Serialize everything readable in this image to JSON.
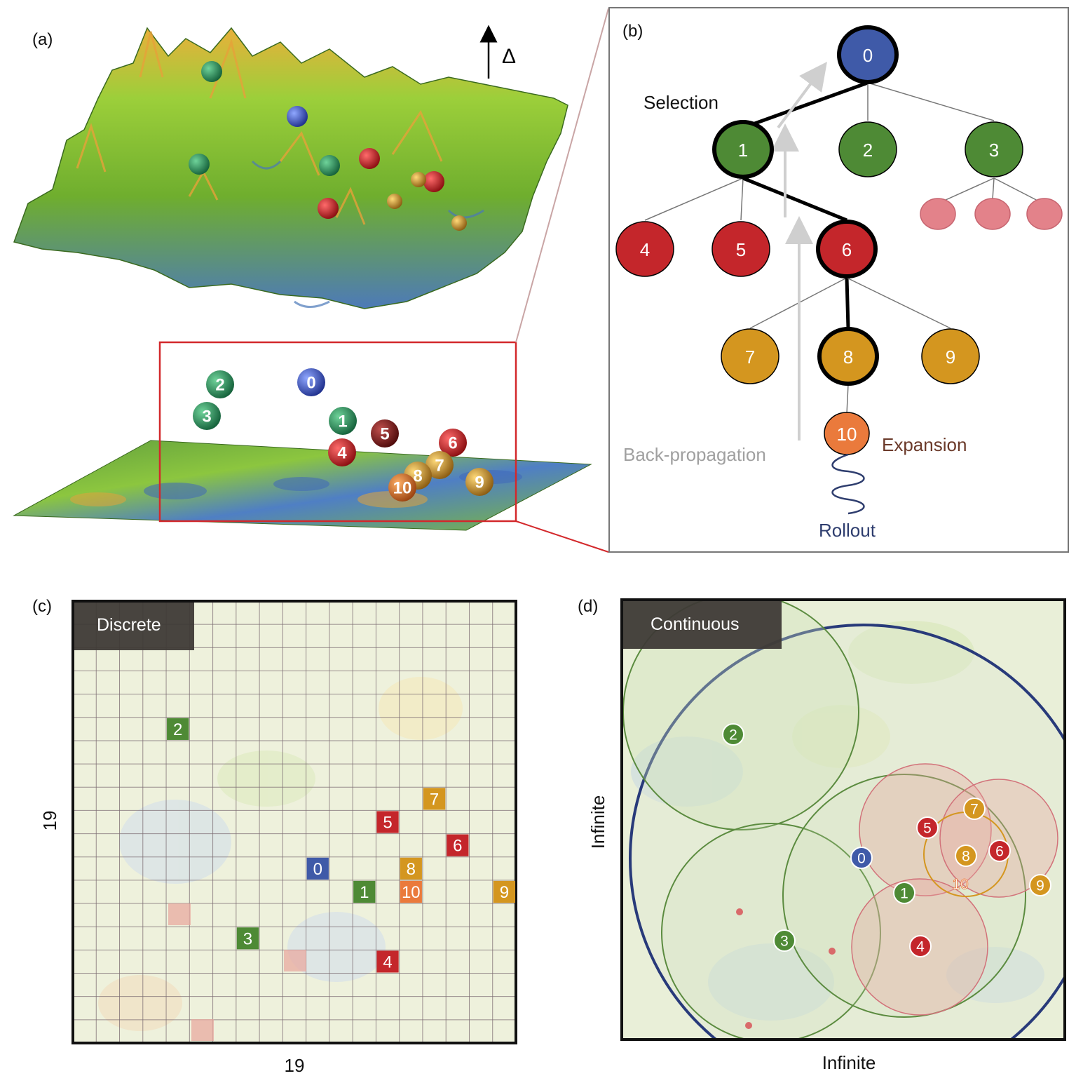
{
  "panels": {
    "a": {
      "label": "(a)",
      "delta_label": "Δ",
      "balls": [
        "0",
        "1",
        "2",
        "3",
        "4",
        "5",
        "6",
        "7",
        "8",
        "9",
        "10"
      ]
    },
    "b": {
      "label": "(b)",
      "nodes": [
        "0",
        "1",
        "2",
        "3",
        "4",
        "5",
        "6",
        "7",
        "8",
        "9",
        "10"
      ],
      "annotations": {
        "selection": "Selection",
        "expansion": "Expansion",
        "backprop": "Back-propagation",
        "rollout": "Rollout"
      }
    },
    "c": {
      "label": "(c)",
      "tag": "Discrete",
      "x_axis": "19",
      "y_axis": "19",
      "points": [
        "0",
        "1",
        "2",
        "3",
        "4",
        "5",
        "6",
        "7",
        "8",
        "9",
        "10"
      ]
    },
    "d": {
      "label": "(d)",
      "tag": "Continuous",
      "x_axis": "Infinite",
      "y_axis": "Infinite",
      "points": [
        "0",
        "1",
        "2",
        "3",
        "4",
        "5",
        "6",
        "7",
        "8",
        "9",
        "10"
      ]
    }
  },
  "colors": {
    "blue": "#3f5aa8",
    "green": "#4e8a35",
    "red": "#c4262b",
    "gold": "#d4961f",
    "orange": "#ea7a3c",
    "pink": "#e3828a",
    "annotation_gray": "#a0a0a0",
    "annotation_brown": "#6b3a2a",
    "rollout_navy": "#2e3d6e"
  }
}
